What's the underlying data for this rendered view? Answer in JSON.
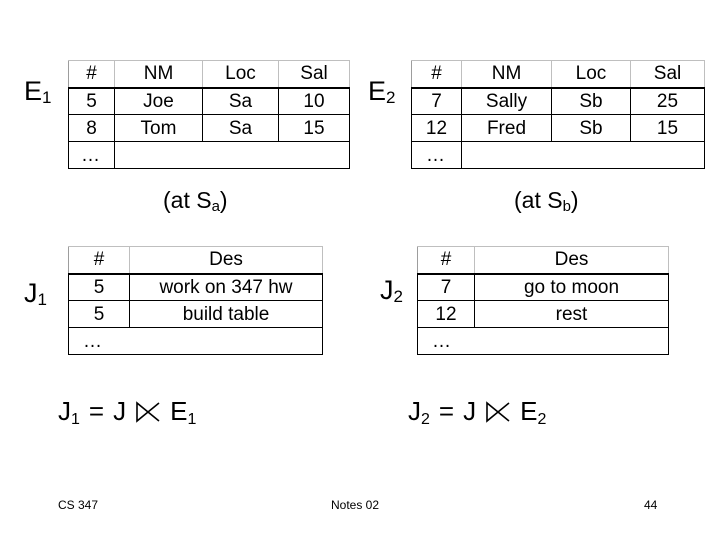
{
  "slide": {
    "title_shown": false,
    "background": "#ffffff",
    "ink": "#000000"
  },
  "relations": [
    {
      "id": "E1",
      "label_base": "E",
      "label_sub": "1",
      "caption": "(at S",
      "caption_sub": "a",
      "caption_tail": ")",
      "columns": [
        "#",
        "NM",
        "Loc",
        "Sal"
      ],
      "rows": [
        [
          "5",
          "Joe",
          "Sa",
          "10"
        ],
        [
          "8",
          "Tom",
          "Sa",
          "15"
        ]
      ],
      "ellipsis": "…"
    },
    {
      "id": "E2",
      "label_base": "E",
      "label_sub": "2",
      "caption": "(at S",
      "caption_sub": "b",
      "caption_tail": ")",
      "columns": [
        "#",
        "NM",
        "Loc",
        "Sal"
      ],
      "rows": [
        [
          "7",
          "Sally",
          "Sb",
          "25"
        ],
        [
          "12",
          "Fred",
          "Sb",
          "15"
        ]
      ],
      "ellipsis": "…"
    },
    {
      "id": "J1",
      "label_base": "J",
      "label_sub": "1",
      "columns": [
        "#",
        "Des"
      ],
      "rows": [
        [
          "5",
          "work on 347 hw"
        ],
        [
          "5",
          "build table"
        ]
      ],
      "ellipsis": "…"
    },
    {
      "id": "J2",
      "label_base": "J",
      "label_sub": "2",
      "columns": [
        "#",
        "Des"
      ],
      "rows": [
        [
          "7",
          "go to moon"
        ],
        [
          "12",
          "rest"
        ]
      ],
      "ellipsis": "…"
    }
  ],
  "equations": [
    {
      "lhs_base": "J",
      "lhs_sub": "1",
      "equals": "=",
      "left_operand": "J",
      "operator": "⋈",
      "rhs_base": "E",
      "rhs_sub": "1"
    },
    {
      "lhs_base": "J",
      "lhs_sub": "2",
      "equals": "=",
      "left_operand": "J",
      "operator": "⋈",
      "rhs_base": "E",
      "rhs_sub": "2"
    }
  ],
  "footer": {
    "course": "CS 347",
    "notes": "Notes 02",
    "page": "44"
  }
}
